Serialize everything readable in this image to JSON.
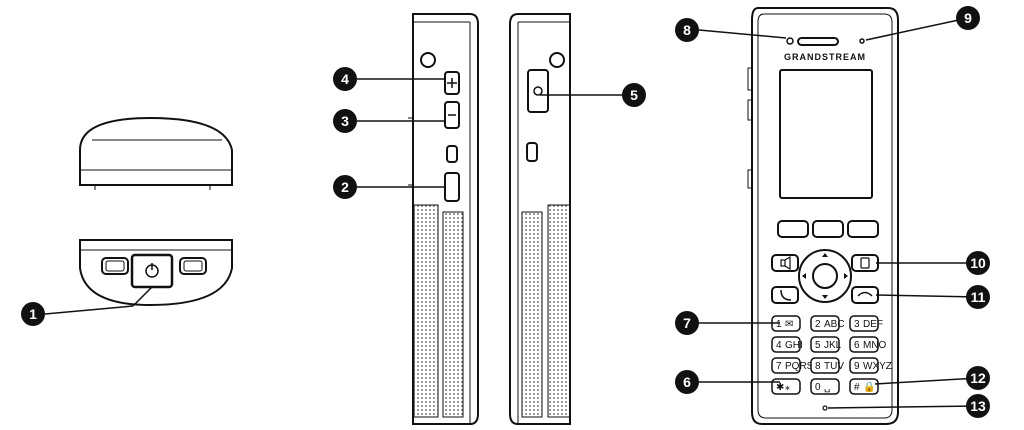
{
  "brand": "GRANDSTREAM",
  "callouts": [
    "1",
    "2",
    "3",
    "4",
    "5",
    "6",
    "7",
    "8",
    "9",
    "10",
    "11",
    "12",
    "13"
  ],
  "keypad": {
    "rows": [
      [
        {
          "num": "1",
          "sub": "✉"
        },
        {
          "num": "2",
          "sub": "ABC"
        },
        {
          "num": "3",
          "sub": "DEF"
        }
      ],
      [
        {
          "num": "4",
          "sub": "GHI"
        },
        {
          "num": "5",
          "sub": "JKL"
        },
        {
          "num": "6",
          "sub": "MNO"
        }
      ],
      [
        {
          "num": "7",
          "sub": "PQRS"
        },
        {
          "num": "8",
          "sub": "TUV"
        },
        {
          "num": "9",
          "sub": "WXYZ"
        }
      ],
      [
        {
          "num": "✱",
          "sub": "⁎"
        },
        {
          "num": "0",
          "sub": "␣"
        },
        {
          "num": "#",
          "sub": "🔒"
        }
      ]
    ]
  },
  "colors": {
    "line": "#111111",
    "callout": "#111111",
    "speaker": "#555555"
  }
}
